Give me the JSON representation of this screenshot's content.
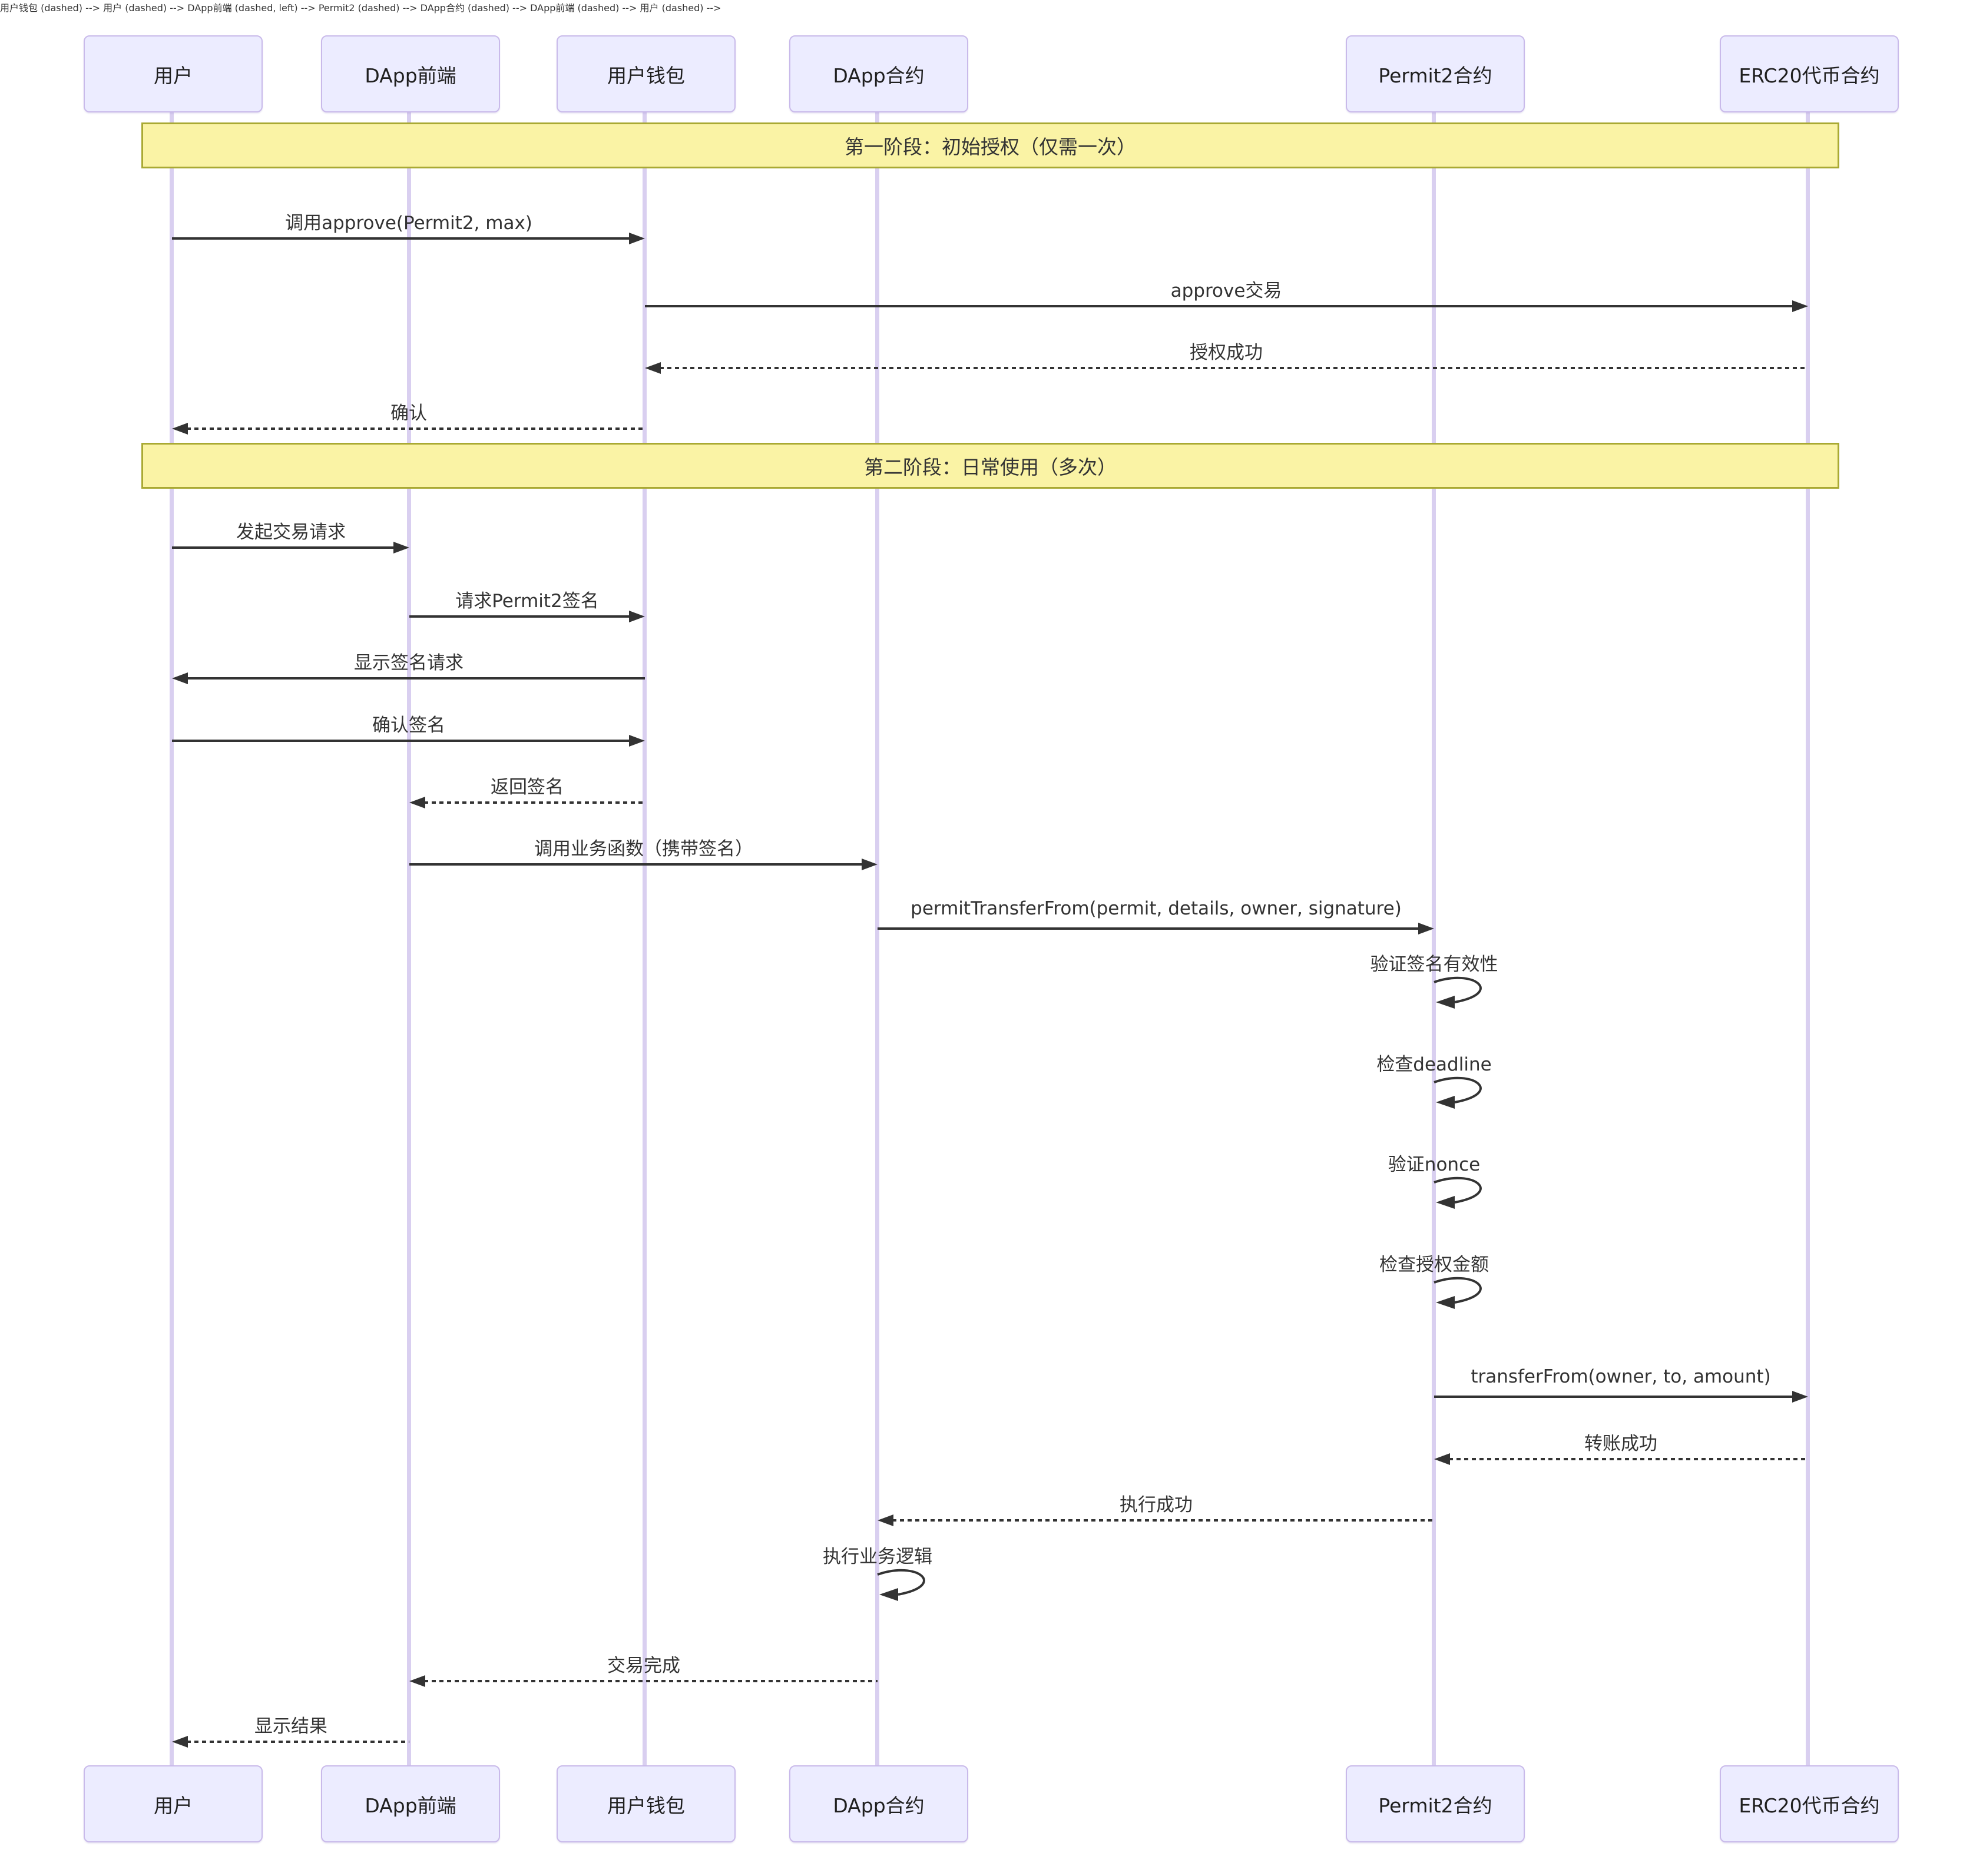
{
  "diagram_type": "sequence-diagram",
  "participants": [
    {
      "id": "user",
      "label": "用户"
    },
    {
      "id": "dapp-frontend",
      "label": "DApp前端"
    },
    {
      "id": "user-wallet",
      "label": "用户钱包"
    },
    {
      "id": "dapp-contract",
      "label": "DApp合约"
    },
    {
      "id": "permit2-contract",
      "label": "Permit2合约"
    },
    {
      "id": "erc20-contract",
      "label": "ERC20代币合约"
    }
  ],
  "phases": [
    {
      "label": "第一阶段：初始授权（仅需一次）"
    },
    {
      "label": "第二阶段：日常使用（多次）"
    }
  ],
  "messages": [
    {
      "text": "调用approve(Permit2, max)",
      "from": "用户",
      "to": "用户钱包",
      "type": "solid"
    },
    {
      "text": "approve交易",
      "from": "用户钱包",
      "to": "ERC20代币合约",
      "type": "solid"
    },
    {
      "text": "授权成功",
      "from": "ERC20代币合约",
      "to": "用户钱包",
      "type": "dashed"
    },
    {
      "text": "确认",
      "from": "用户钱包",
      "to": "用户",
      "type": "dashed"
    },
    {
      "text": "发起交易请求",
      "from": "用户",
      "to": "DApp前端",
      "type": "solid"
    },
    {
      "text": "请求Permit2签名",
      "from": "DApp前端",
      "to": "用户钱包",
      "type": "solid"
    },
    {
      "text": "显示签名请求",
      "from": "用户钱包",
      "to": "用户",
      "type": "solid"
    },
    {
      "text": "确认签名",
      "from": "用户",
      "to": "用户钱包",
      "type": "solid"
    },
    {
      "text": "返回签名",
      "from": "用户钱包",
      "to": "DApp前端",
      "type": "dashed"
    },
    {
      "text": "调用业务函数（携带签名）",
      "from": "DApp前端",
      "to": "DApp合约",
      "type": "solid"
    },
    {
      "text": "permitTransferFrom(permit, details, owner, signature)",
      "from": "DApp合约",
      "to": "Permit2合约",
      "type": "solid"
    },
    {
      "text": "验证签名有效性",
      "from": "Permit2合约",
      "to": "Permit2合约",
      "type": "self"
    },
    {
      "text": "检查deadline",
      "from": "Permit2合约",
      "to": "Permit2合约",
      "type": "self"
    },
    {
      "text": "验证nonce",
      "from": "Permit2合约",
      "to": "Permit2合约",
      "type": "self"
    },
    {
      "text": "检查授权金额",
      "from": "Permit2合约",
      "to": "Permit2合约",
      "type": "self"
    },
    {
      "text": "transferFrom(owner, to, amount)",
      "from": "Permit2合约",
      "to": "ERC20代币合约",
      "type": "solid"
    },
    {
      "text": "转账成功",
      "from": "ERC20代币合约",
      "to": "Permit2合约",
      "type": "dashed"
    },
    {
      "text": "执行成功",
      "from": "Permit2合约",
      "to": "DApp合约",
      "type": "dashed"
    },
    {
      "text": "执行业务逻辑",
      "from": "DApp合约",
      "to": "DApp合约",
      "type": "self"
    },
    {
      "text": "交易完成",
      "from": "DApp合约",
      "to": "DApp前端",
      "type": "dashed"
    },
    {
      "text": "显示结果",
      "from": "DApp前端",
      "to": "用户",
      "type": "dashed"
    }
  ],
  "colors": {
    "background": "#ffffff",
    "actor_fill": "#ECECFF",
    "actor_border": "#c9baea",
    "lifeline": "#d9cff0",
    "banner_fill": "#faf3a5",
    "banner_border": "#a9a933",
    "arrow": "#333333",
    "text": "#333333"
  }
}
